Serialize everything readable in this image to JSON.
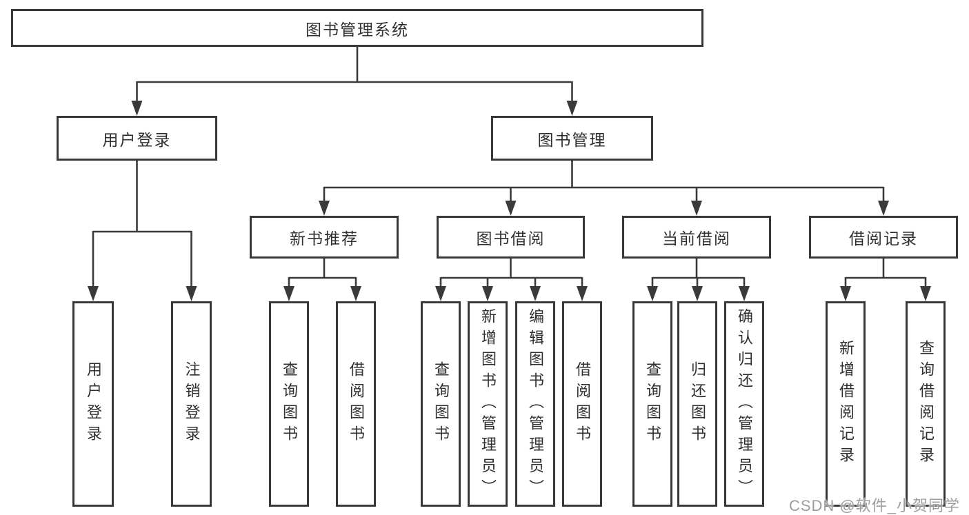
{
  "diagram": {
    "type": "hierarchy-tree",
    "tree": {
      "label": "图书管理系统",
      "children": [
        {
          "label": "用户登录",
          "children": [
            {
              "label": "用户登录"
            },
            {
              "label": "注销登录"
            }
          ]
        },
        {
          "label": "图书管理",
          "children": [
            {
              "label": "新书推荐",
              "children": [
                {
                  "label": "查询图书"
                },
                {
                  "label": "借阅图书"
                }
              ]
            },
            {
              "label": "图书借阅",
              "children": [
                {
                  "label": "查询图书"
                },
                {
                  "label": "新增图书（管理员）"
                },
                {
                  "label": "编辑图书（管理员）"
                },
                {
                  "label": "借阅图书"
                }
              ]
            },
            {
              "label": "当前借阅",
              "children": [
                {
                  "label": "查询图书"
                },
                {
                  "label": "归还图书"
                },
                {
                  "label": "确认归还（管理员）"
                }
              ]
            },
            {
              "label": "借阅记录",
              "children": [
                {
                  "label": "新增借阅记录"
                },
                {
                  "label": "查询借阅记录"
                }
              ]
            }
          ]
        }
      ]
    },
    "colors": {
      "line": "#3a3a3a",
      "box_border": "#383838",
      "text": "#303030",
      "background": "#ffffff",
      "watermark_text": "#9d9d9d"
    }
  },
  "watermark": "CSDN @软件_小贺同学"
}
